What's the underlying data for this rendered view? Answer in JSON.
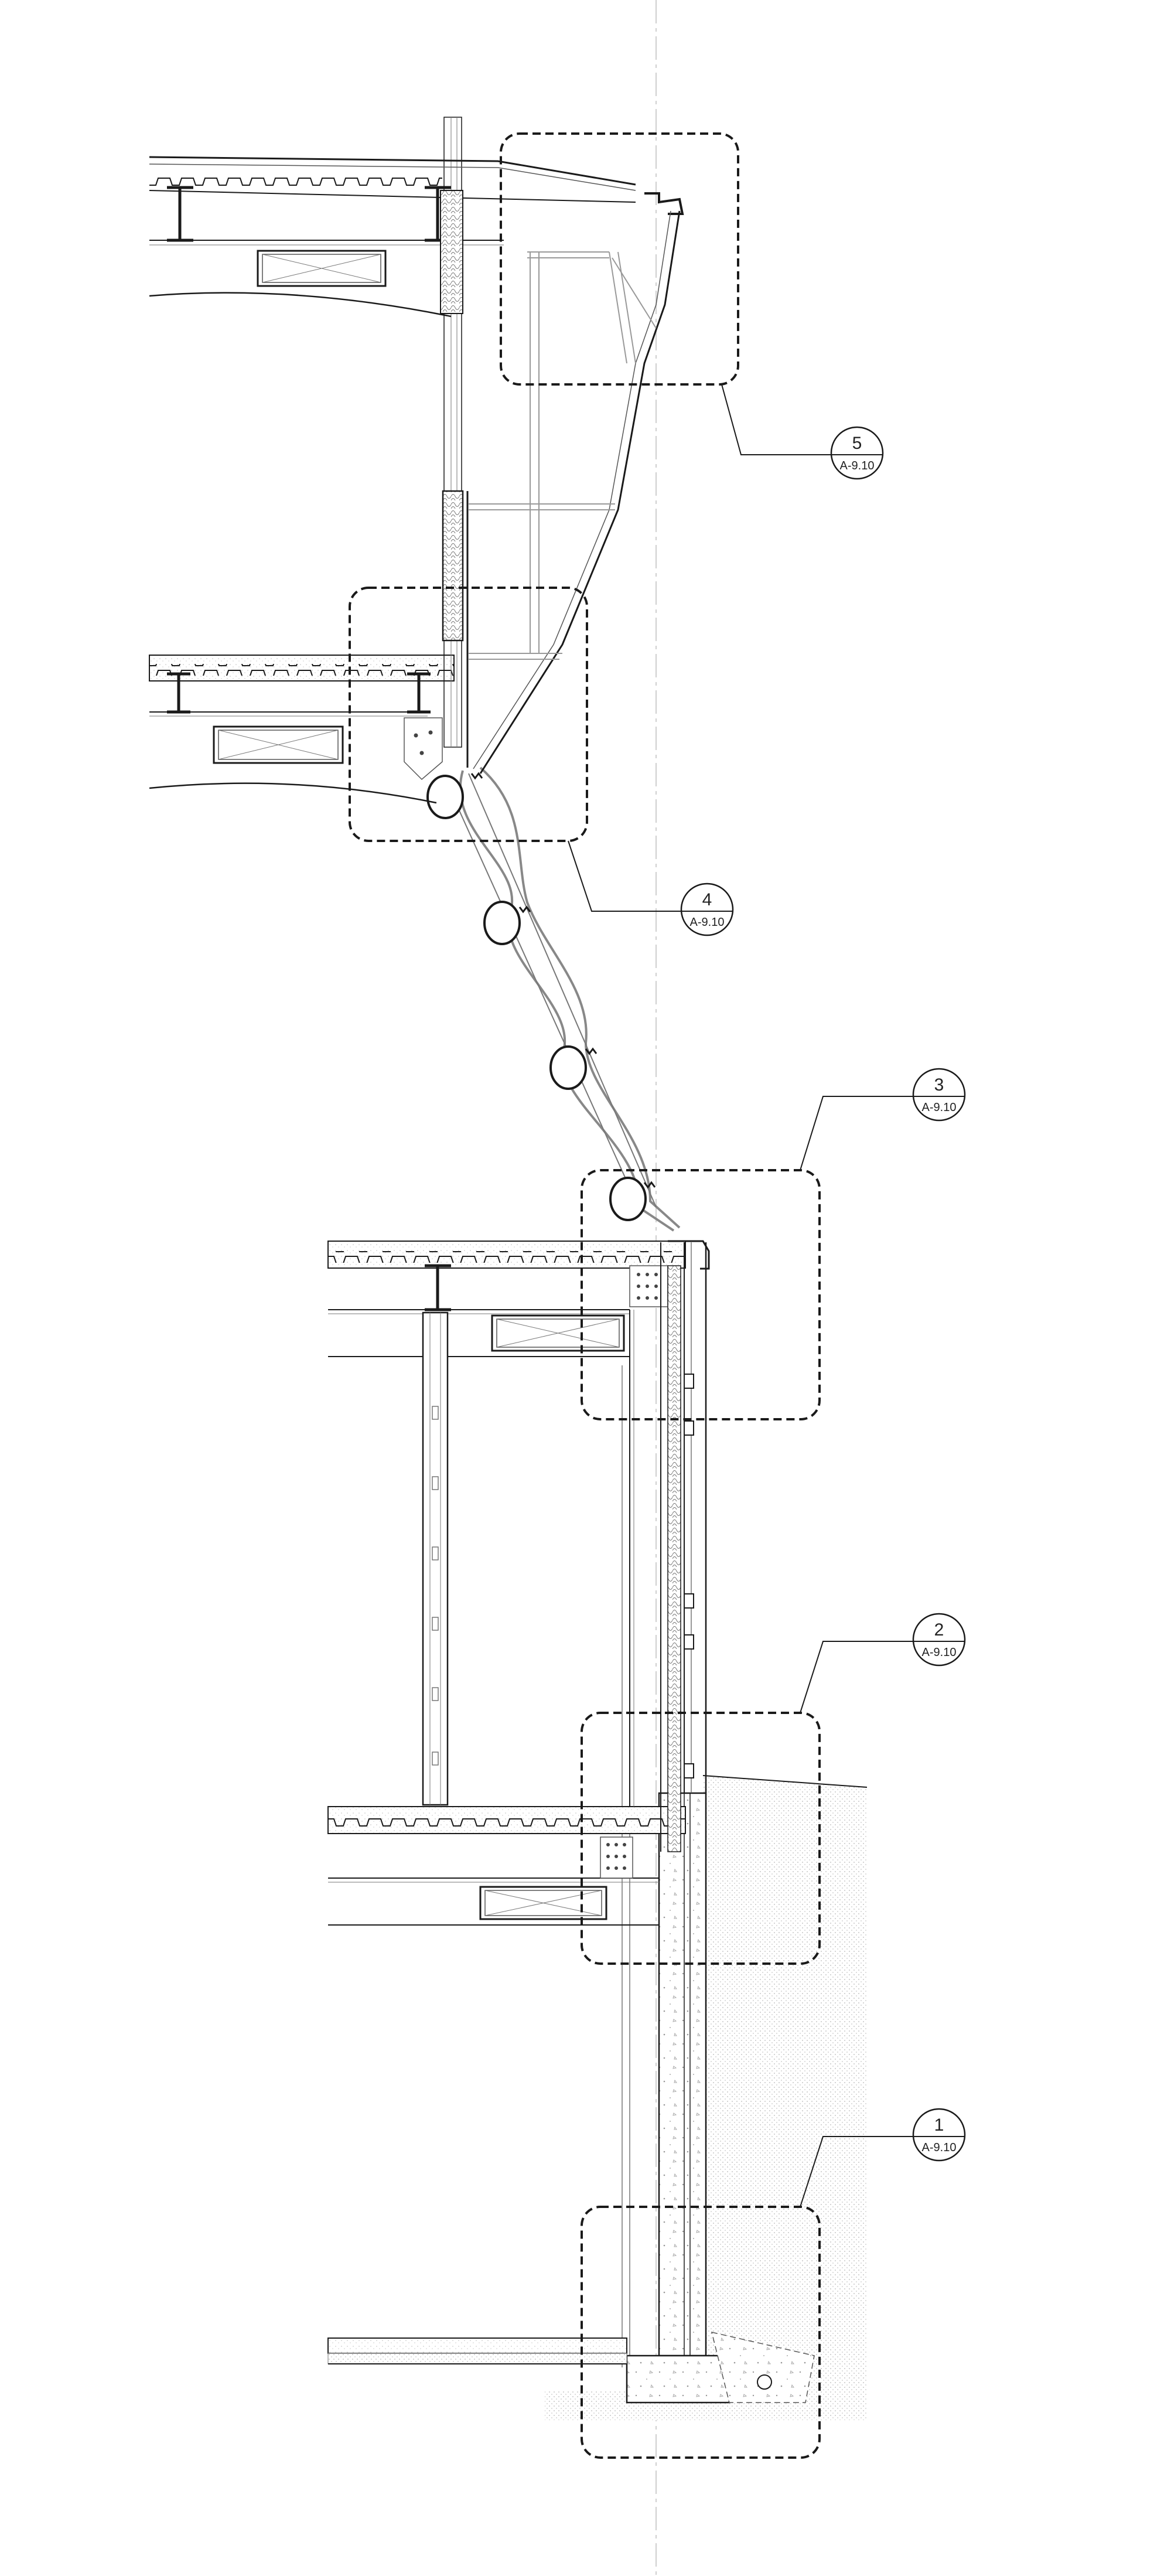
{
  "drawing": {
    "type": "wall section",
    "line_color": "#1a1a1a",
    "light_line_color": "#9a9a9a",
    "fill_hatch_color": "#bdbdbd"
  },
  "callouts": [
    {
      "id": "5",
      "number": "5",
      "sheet": "A-9.10"
    },
    {
      "id": "4",
      "number": "4",
      "sheet": "A-9.10"
    },
    {
      "id": "3",
      "number": "3",
      "sheet": "A-9.10"
    },
    {
      "id": "2",
      "number": "2",
      "sheet": "A-9.10"
    },
    {
      "id": "1",
      "number": "1",
      "sheet": "A-9.10"
    }
  ]
}
